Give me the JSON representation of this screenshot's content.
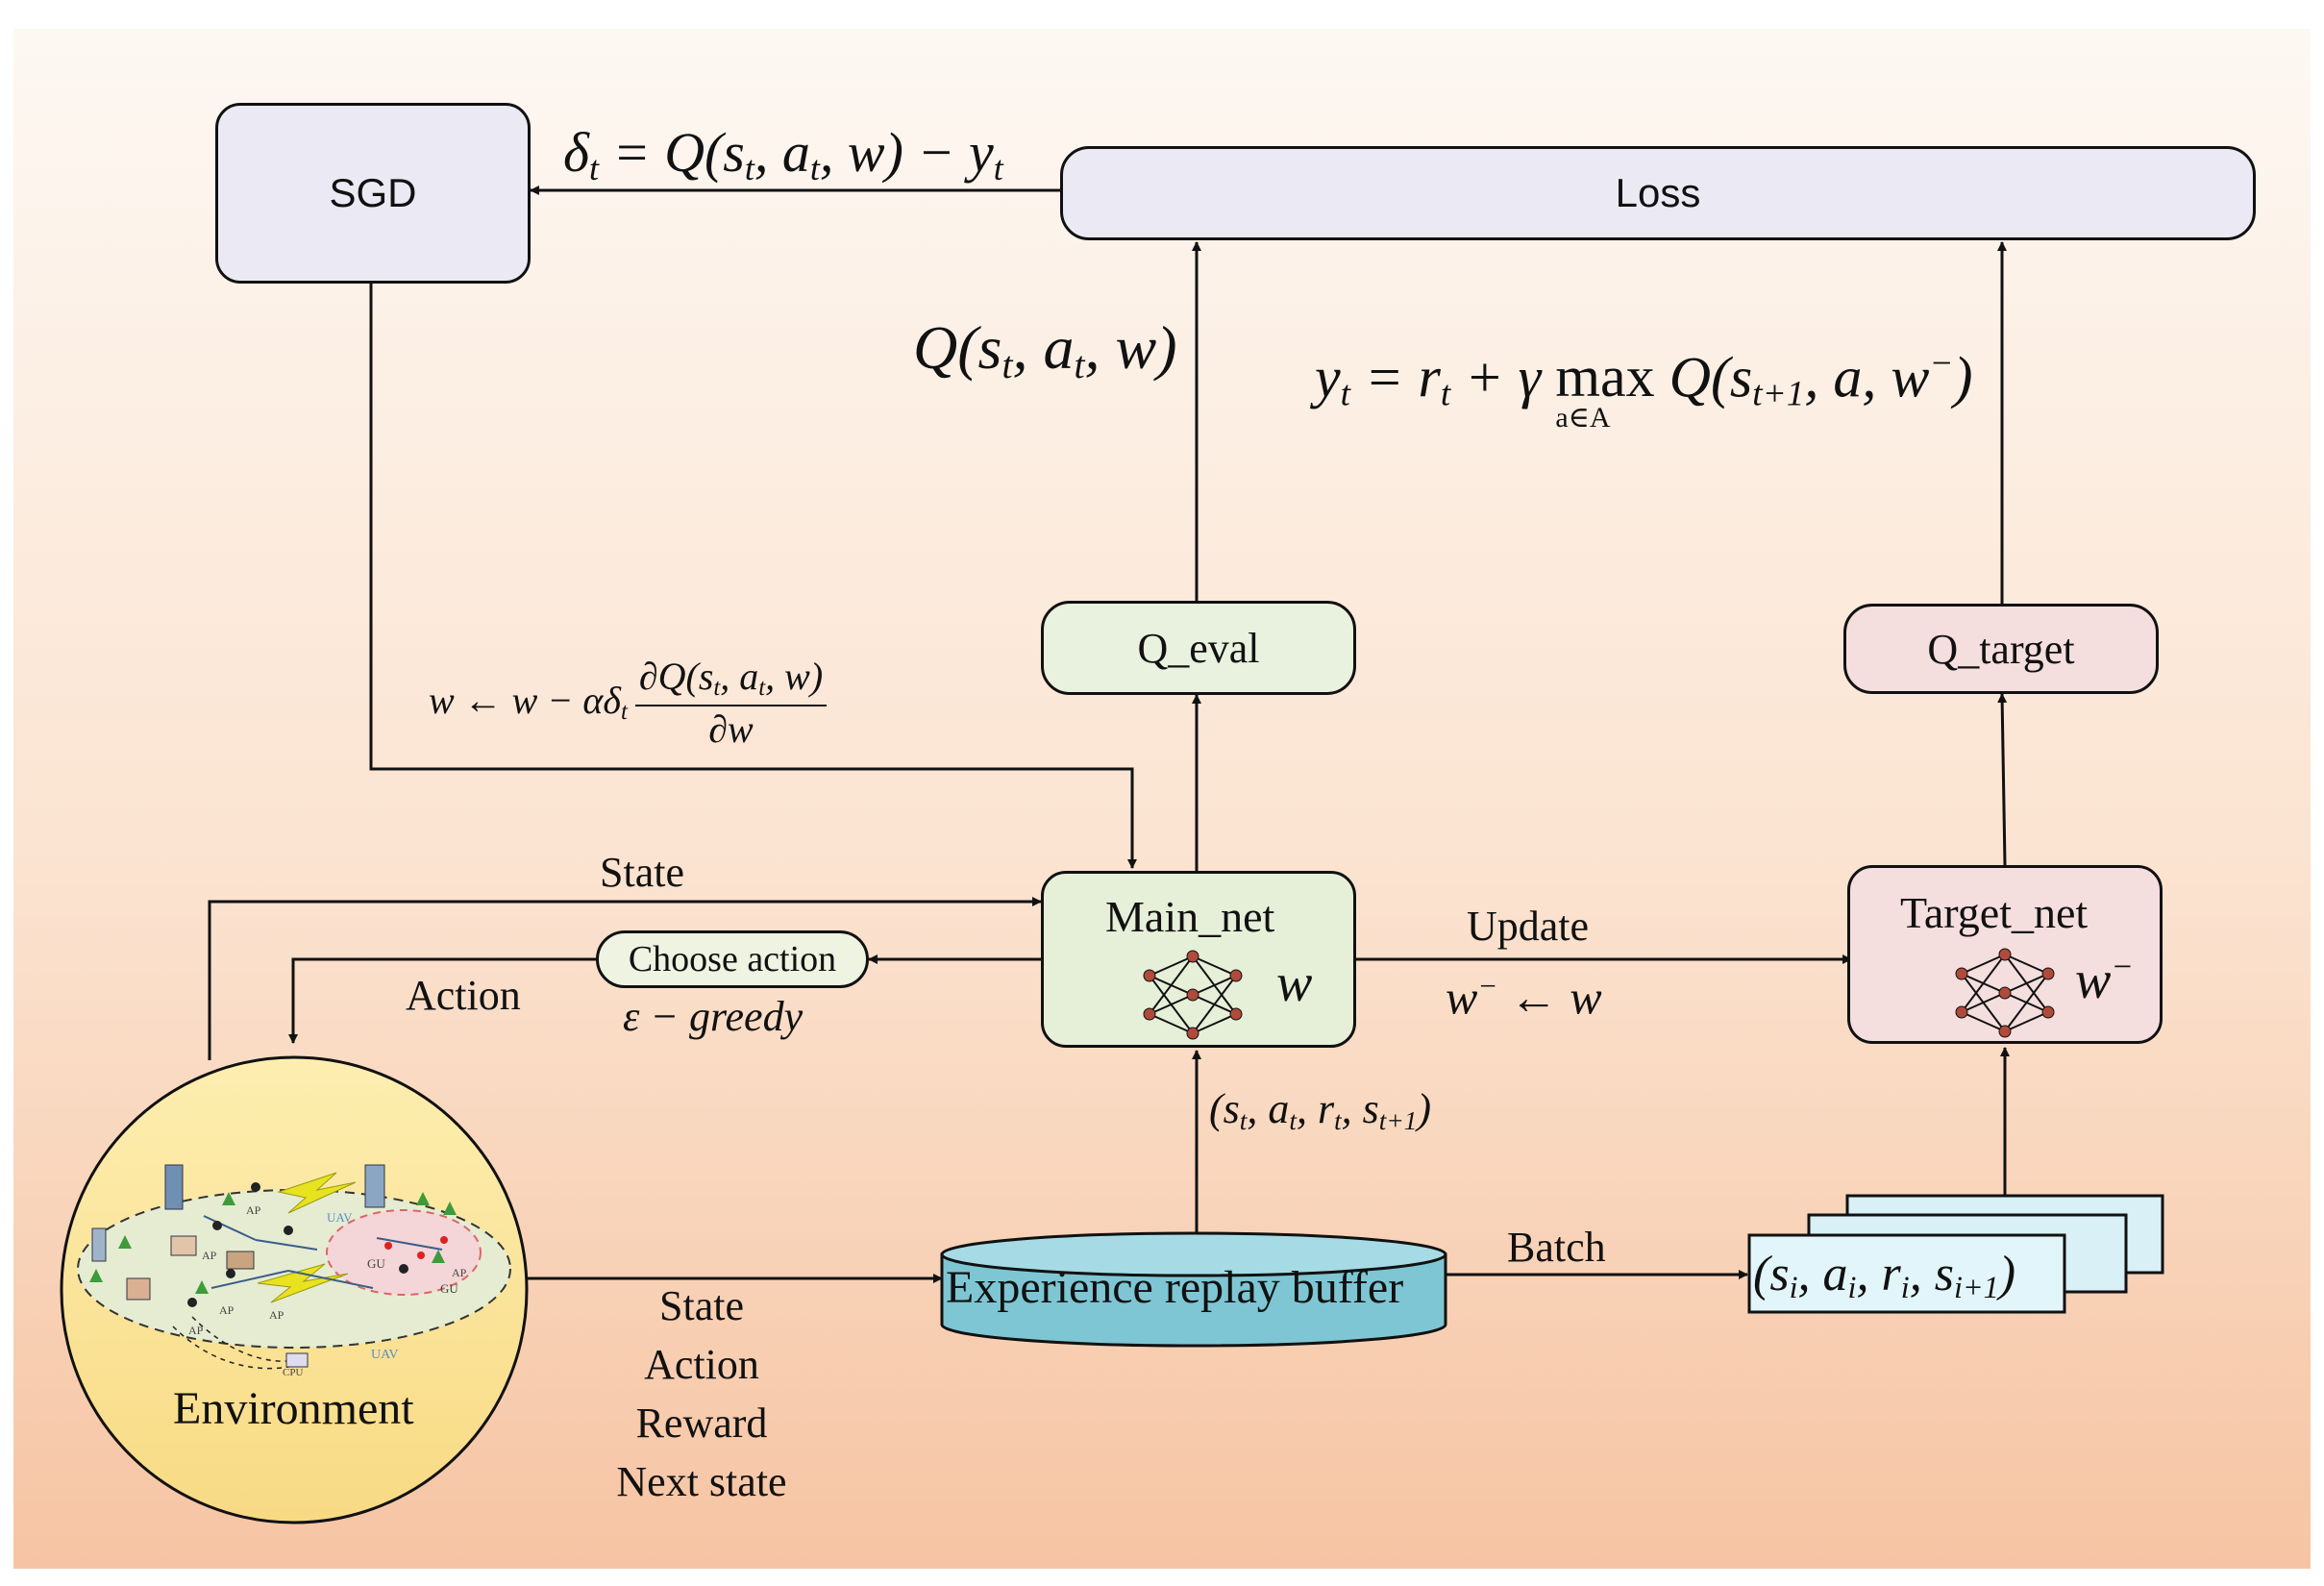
{
  "nodes": {
    "sgd": "SGD",
    "loss": "Loss",
    "q_eval": "Q_eval",
    "q_target": "Q_target",
    "main_net": "Main_net",
    "main_net_param": "w",
    "target_net": "Target_net",
    "target_net_param": "w",
    "target_net_param_sup": "−",
    "choose_action": "Choose action",
    "replay_buffer": "Experience replay buffer",
    "environment": "Environment"
  },
  "edges": {
    "state_top": "State",
    "action": "Action",
    "epsilon_greedy": "ε − greedy",
    "update": "Update",
    "batch": "Batch",
    "env_outputs": [
      "State",
      "Action",
      "Reward",
      "Next state"
    ]
  },
  "formulas": {
    "delta": {
      "lhs": "δ",
      "lhs_sub": "t",
      "rhs": "= Q(s",
      "s1": "t",
      "a": ", a",
      "a_sub": "t",
      "end": ", w) − y",
      "y_sub": "t"
    },
    "q_main": {
      "text": "Q(s",
      "s1": "t",
      "a": ", a",
      "a_sub": "t",
      "end": ", w)"
    },
    "y_target": {
      "y": "y",
      "y_sub": "t",
      "eq": "= r",
      "r_sub": "t",
      "plus": "+ γ",
      "max": "max",
      "max_sub": "a∈A",
      "q": "Q(s",
      "s_sub": "t+1",
      "end": ", a, w",
      "w_sup": "−",
      "close": ")"
    },
    "w_update": {
      "lhs": "w ← w − αδ",
      "lhs_sub": "t",
      "num": "∂Q(s",
      "num_s": "t",
      "num_a": ", a",
      "num_a_sub": "t",
      "num_end": ", w)",
      "den": "∂w"
    },
    "update_rule": {
      "w1": "w",
      "w1_sup": "−",
      "arrow": "← w"
    },
    "transition_main": {
      "open": "(s",
      "s_sub": "t",
      "a": ", a",
      "a_sub": "t",
      "r": ", r",
      "r_sub": "t",
      "s2": ", s",
      "s2_sub": "t+1",
      "close": ")"
    },
    "transition_batch": {
      "open": "(s",
      "s_sub": "i",
      "a": ", a",
      "a_sub": "i",
      "r": ", r",
      "r_sub": "i",
      "s2": ", s",
      "s2_sub": "i+1",
      "close": ")"
    }
  },
  "environment_icons": {
    "ap_label": "AP",
    "uav_label": "UAV",
    "gu_label": "GU",
    "cpu_label": "CPU"
  },
  "colors": {
    "background_top": "#fdf8f3",
    "background_bottom": "#f6c4a3",
    "sgd_fill": "#ebe9f3",
    "loss_fill": "#ebe9f3",
    "eval_fill": "#e9f1df",
    "target_fill": "#f4dede",
    "choose_fill": "#eef3e2",
    "buffer_fill": "#7ec6d4",
    "batch_fill": "#d8f0f6",
    "env_fill": "#fbe39b"
  }
}
